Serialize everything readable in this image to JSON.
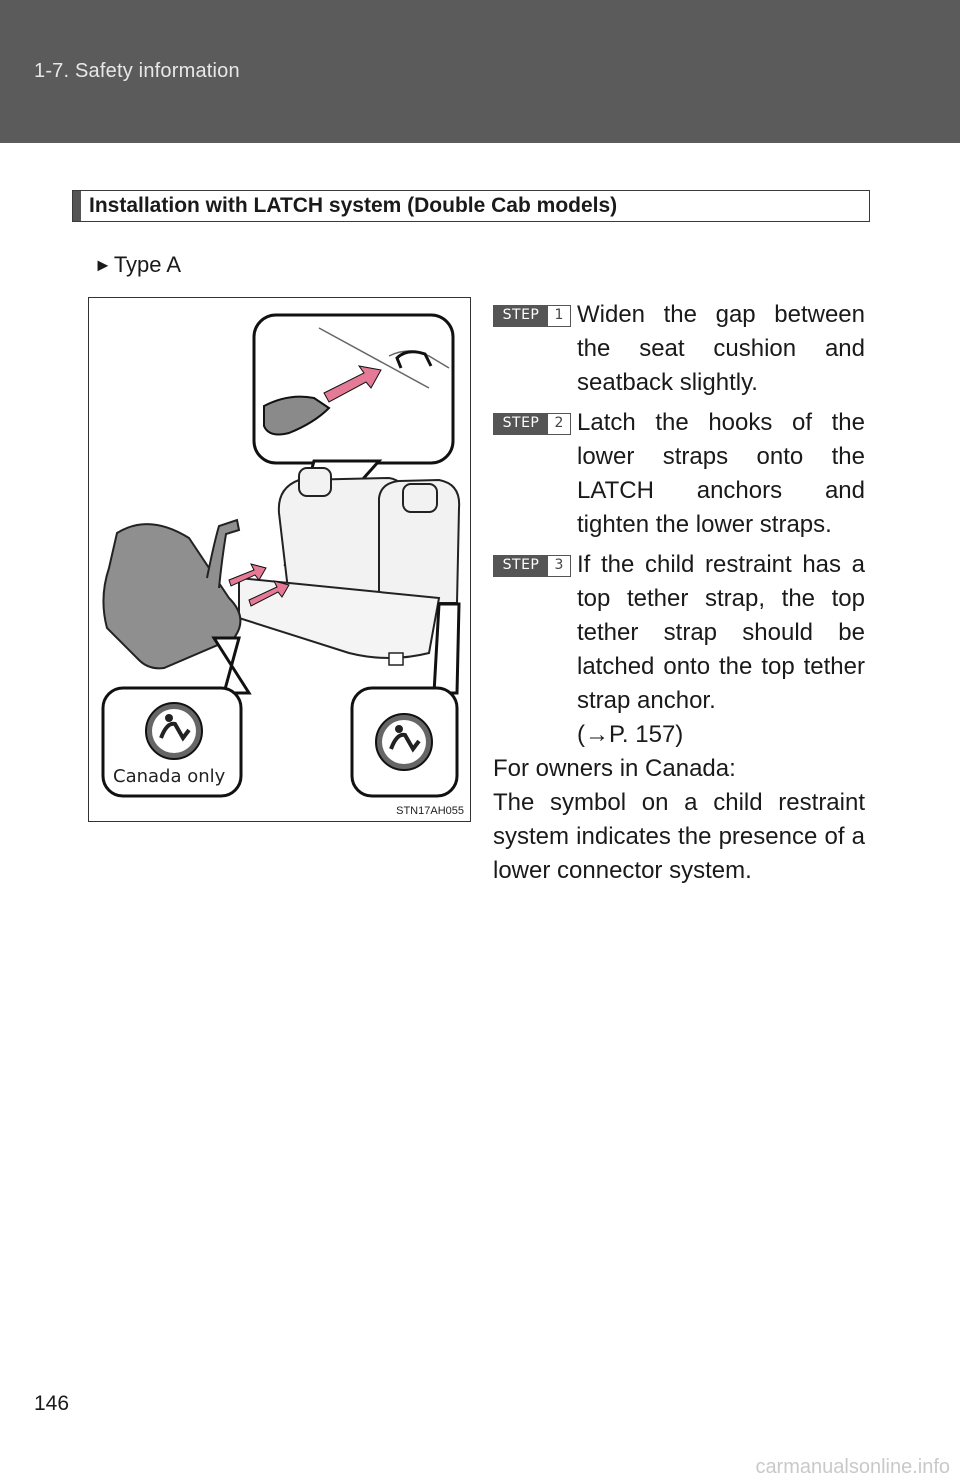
{
  "header": {
    "title": "1-7. Safety information"
  },
  "section": {
    "heading": "Installation with LATCH system (Double Cab models)"
  },
  "type_label": "Type A",
  "figure": {
    "code": "STN17AH055",
    "callout_label": "Canada only"
  },
  "steps": [
    {
      "word": "STEP",
      "num": "1",
      "text": "Widen the gap between the seat cushion and seatback slightly."
    },
    {
      "word": "STEP",
      "num": "2",
      "text": "Latch the hooks of the lower straps onto the LATCH anchors and tighten the lower straps."
    },
    {
      "word": "STEP",
      "num": "3",
      "text": "If the child restraint has a top tether strap, the top tether strap should be latched onto the top tether strap anchor."
    }
  ],
  "step3_ref": "(→P. 157)",
  "note": {
    "line1": "For owners in Canada:",
    "line2": "The symbol on a child restraint system indicates the presence of a lower connector system."
  },
  "page_number": "146",
  "watermark": "carmanualsonline.info"
}
